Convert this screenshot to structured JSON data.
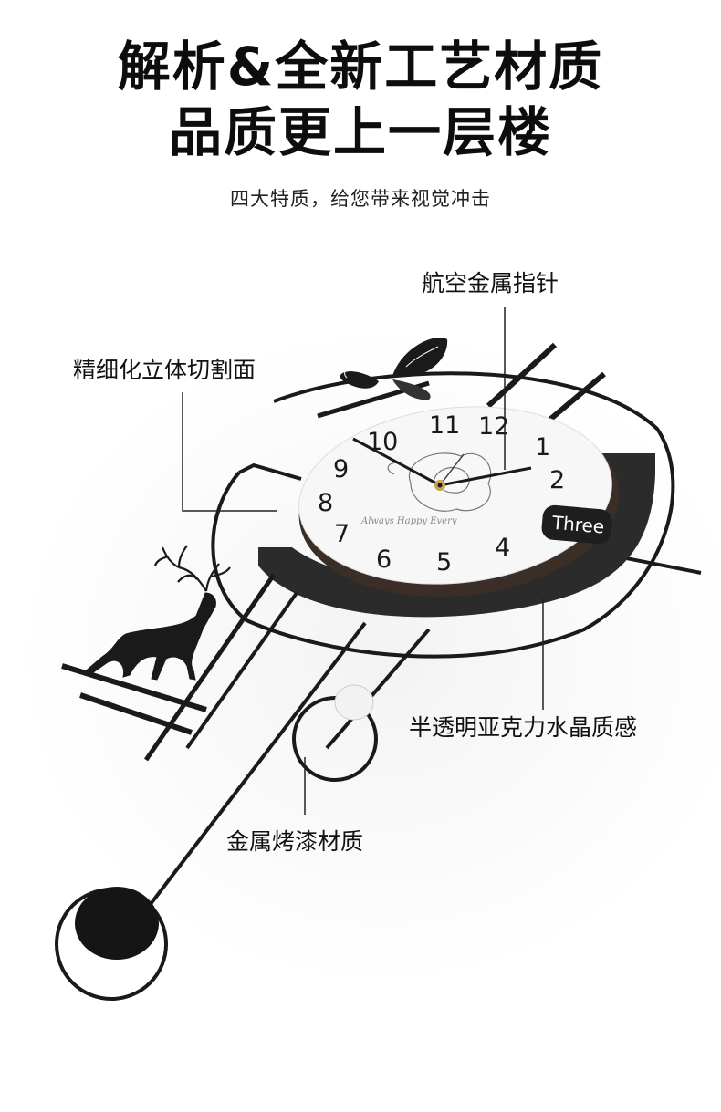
{
  "header": {
    "title_line1": "解析&全新工艺材质",
    "title_line2": "品质更上一层楼",
    "subtitle": "四大特质，给您带来视觉冲击"
  },
  "callouts": {
    "pointer": "航空金属指针",
    "cut_surface": "精细化立体切割面",
    "acrylic": "半透明亚克力水晶质感",
    "metal": "金属烤漆材质"
  },
  "clock": {
    "numerals": [
      "11",
      "12",
      "1",
      "2",
      "10",
      "9",
      "8",
      "7",
      "6",
      "5",
      "4"
    ],
    "tag": "Three",
    "script": "Always Happy Every"
  },
  "colors": {
    "metal": "#1a1a1a",
    "acrylic": "#2b2b2b",
    "face": "#f7f7f7",
    "gold": "#c9a24a"
  },
  "icons": [
    "butterfly-icon",
    "deer-icon"
  ]
}
